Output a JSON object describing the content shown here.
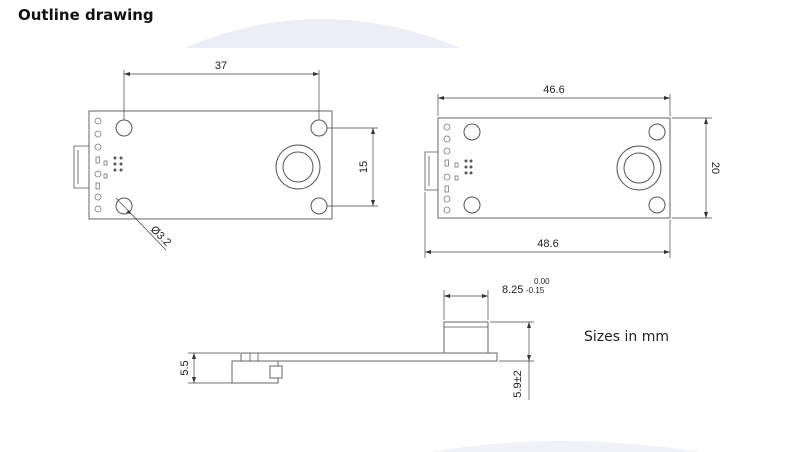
{
  "header": {
    "title": "Outline drawing"
  },
  "note": {
    "text": "Sizes in mm"
  },
  "dimensions": {
    "hole_spacing": "37",
    "hole_vertical": "15",
    "hole_diameter": "Ø3.2",
    "board_width_inner": "46.6",
    "board_width_outer": "48.6",
    "board_height": "20",
    "sensor_width": "8.25",
    "sensor_tol_upper": "0.00",
    "sensor_tol_lower": "-0.15",
    "board_thickness": "5.5",
    "sensor_height": "5.9±2"
  },
  "colors": {
    "background": "#ffffff",
    "line": "#555555",
    "watermark": "#ecedf6"
  }
}
